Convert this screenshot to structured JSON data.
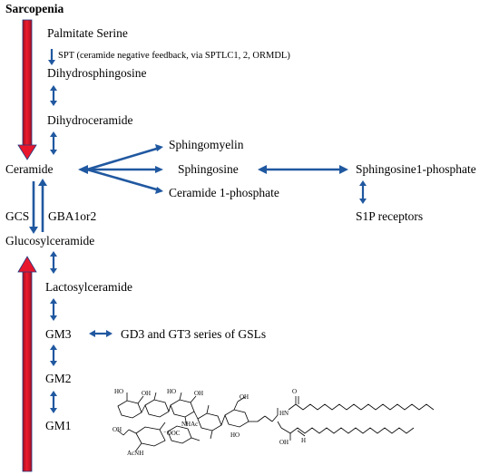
{
  "title": "Sarcopenia",
  "nodes": {
    "palmitate_serine": "Palmitate Serine",
    "spt_note": "SPT (ceramide negative feedback, via SPTLC1, 2, ORMDL)",
    "dihydrosphingosine": "Dihydrosphingosine",
    "dihydroceramide": "Dihydroceramide",
    "ceramide": "Ceramide",
    "sphingomyelin": "Sphingomyelin",
    "sphingosine": "Sphingosine",
    "ceramide_1_phosphate": "Ceramide 1-phosphate",
    "sphingosine_1_phosphate": "Sphingosine1-phosphate",
    "s1p_receptors": "S1P receptors",
    "gcs": "GCS",
    "gba": "GBA1or2",
    "glucosylceramide": "Glucosylceramide",
    "lactosylceramide": "Lactosylceramide",
    "gm3": "GM3",
    "gsl_series": "GD3 and GT3 series of GSLs",
    "gm2": "GM2",
    "gm1": "GM1"
  },
  "structure_labels": {
    "ho": "HO",
    "oh": "OH",
    "nhac": "NHAc",
    "acnh": "AcNH",
    "ooc": "⁻OOC",
    "o": "O",
    "hn": "HN",
    "h": "H"
  },
  "colors": {
    "blue_arrow": "#2058a0",
    "red_arrow": "#e8162c"
  }
}
